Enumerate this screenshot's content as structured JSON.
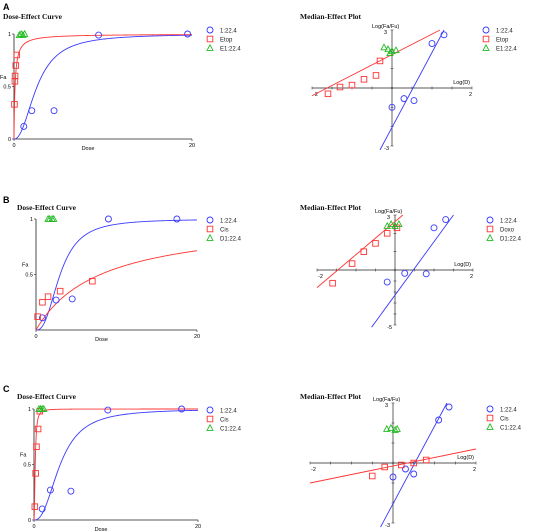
{
  "chart_data": [
    {
      "panel": "A",
      "type": "scatter",
      "title": "Dose-Effect Curve",
      "xlabel": "Dose",
      "ylabel": "Fa",
      "xlim": [
        0,
        20
      ],
      "ylim": [
        0,
        1
      ],
      "xticks": [
        "0",
        "20"
      ],
      "yticks": [
        "0",
        "0.5",
        "1"
      ],
      "legend_position": "top-right",
      "series": [
        {
          "name": "1:22.4",
          "marker": "circle",
          "color": "#3a3aff",
          "curve": {
            "dm": 2.6,
            "m": 2.2
          },
          "points": [
            [
              1.1,
              0.12
            ],
            [
              2.0,
              0.27
            ],
            [
              4.5,
              0.27
            ],
            [
              9.5,
              0.99
            ],
            [
              19.5,
              1.0
            ]
          ]
        },
        {
          "name": "Etop",
          "marker": "square",
          "color": "#ff3333",
          "curve": {
            "dm": 0.12,
            "m": 1.0
          },
          "points": [
            [
              0.05,
              0.33
            ],
            [
              0.1,
              0.55
            ],
            [
              0.12,
              0.6
            ],
            [
              0.2,
              0.7
            ],
            [
              0.3,
              0.8
            ]
          ]
        },
        {
          "name": "E1:22.4",
          "marker": "triangle",
          "color": "#22bb22",
          "curve": null,
          "points": [
            [
              0.6,
              0.99
            ],
            [
              0.8,
              1.0
            ],
            [
              1.0,
              0.99
            ],
            [
              1.2,
              1.0
            ]
          ]
        }
      ]
    },
    {
      "panel": "A",
      "type": "scatter",
      "title": "Median-Effect Plot",
      "xlabel": "Log(D)",
      "ylabel": "Log(Fa/Fu)",
      "xlim": [
        -2,
        2
      ],
      "ylim": [
        -3,
        3
      ],
      "xticks": [
        "-2",
        "2"
      ],
      "yticks": [
        "3",
        "-3"
      ],
      "legend_position": "top-right",
      "series": [
        {
          "name": "1:22.4",
          "marker": "circle",
          "color": "#3a3aff",
          "line": [
            [
              -0.3,
              -3.2
            ],
            [
              1.3,
              3.0
            ]
          ],
          "points": [
            [
              0.0,
              -1.0
            ],
            [
              0.3,
              -0.55
            ],
            [
              0.55,
              -0.65
            ],
            [
              1.0,
              2.3
            ],
            [
              1.3,
              2.75
            ]
          ]
        },
        {
          "name": "Etop",
          "marker": "square",
          "color": "#ff3333",
          "line": [
            [
              -2.0,
              -0.4
            ],
            [
              1.2,
              3.0
            ]
          ],
          "points": [
            [
              -1.6,
              -0.3
            ],
            [
              -1.3,
              0.05
            ],
            [
              -1.0,
              0.15
            ],
            [
              -0.7,
              0.45
            ],
            [
              -0.4,
              0.65
            ],
            [
              -0.3,
              1.4
            ]
          ]
        },
        {
          "name": "E1:22.4",
          "marker": "triangle",
          "color": "#22bb22",
          "line": null,
          "points": [
            [
              -0.2,
              2.1
            ],
            [
              -0.1,
              2.0
            ],
            [
              0.0,
              1.9
            ],
            [
              0.1,
              1.95
            ],
            [
              -0.05,
              1.8
            ]
          ]
        }
      ]
    },
    {
      "panel": "B",
      "type": "scatter",
      "title": "Dose-Effect Curve",
      "xlabel": "Dose",
      "ylabel": "Fa",
      "xlim": [
        0,
        20
      ],
      "ylim": [
        0,
        1
      ],
      "xticks": [
        "0",
        "20"
      ],
      "yticks": [
        "0.5",
        "1"
      ],
      "legend_position": "top-right",
      "series": [
        {
          "name": "1:22.4",
          "marker": "circle",
          "color": "#3a3aff",
          "curve": {
            "dm": 3.0,
            "m": 2.5
          },
          "points": [
            [
              0.8,
              0.11
            ],
            [
              2.5,
              0.27
            ],
            [
              4.5,
              0.28
            ],
            [
              9.0,
              1.0
            ],
            [
              17.5,
              1.0
            ]
          ]
        },
        {
          "name": "Cis",
          "marker": "square",
          "color": "#ff3333",
          "curve": {
            "dm": 8.0,
            "m": 1.0
          },
          "points": [
            [
              0.2,
              0.12
            ],
            [
              0.8,
              0.25
            ],
            [
              1.5,
              0.3
            ],
            [
              3.0,
              0.35
            ],
            [
              7.0,
              0.44
            ]
          ]
        },
        {
          "name": "D1:22.4",
          "marker": "triangle",
          "color": "#22bb22",
          "curve": null,
          "points": [
            [
              1.5,
              1.0
            ],
            [
              1.7,
              1.0
            ],
            [
              2.0,
              1.0
            ],
            [
              2.2,
              1.0
            ]
          ]
        }
      ]
    },
    {
      "panel": "B",
      "type": "scatter",
      "title": "Median-Effect Plot",
      "xlabel": "Log(D)",
      "ylabel": "Log(Fa/Fu)",
      "xlim": [
        -2,
        2
      ],
      "ylim": [
        -5,
        3
      ],
      "xticks": [
        "-2",
        "2"
      ],
      "yticks": [
        "3",
        "-5"
      ],
      "legend_position": "top-right",
      "series": [
        {
          "name": "1:22.4",
          "marker": "circle",
          "color": "#3a3aff",
          "line": [
            [
              -0.6,
              -5.2
            ],
            [
              1.5,
              3.0
            ]
          ],
          "points": [
            [
              -0.2,
              -1.1
            ],
            [
              0.25,
              -0.3
            ],
            [
              0.8,
              -0.35
            ],
            [
              1.0,
              2.3
            ],
            [
              1.3,
              2.75
            ]
          ]
        },
        {
          "name": "Doxo",
          "marker": "square",
          "color": "#ff3333",
          "line": [
            [
              -2.0,
              -1.6
            ],
            [
              0.2,
              3.0
            ]
          ],
          "points": [
            [
              -1.6,
              -1.2
            ],
            [
              -1.1,
              0.35
            ],
            [
              -0.8,
              1.0
            ],
            [
              -0.5,
              1.45
            ],
            [
              -0.2,
              2.0
            ],
            [
              0.05,
              2.3
            ]
          ]
        },
        {
          "name": "D1:22.4",
          "marker": "triangle",
          "color": "#22bb22",
          "line": null,
          "points": [
            [
              -0.2,
              2.4
            ],
            [
              -0.1,
              2.5
            ],
            [
              0.0,
              2.4
            ],
            [
              0.1,
              2.5
            ]
          ]
        }
      ]
    },
    {
      "panel": "C",
      "type": "scatter",
      "title": "Dose-Effect Curve",
      "xlabel": "Dose",
      "ylabel": "Fa",
      "xlim": [
        0,
        20
      ],
      "ylim": [
        0,
        1
      ],
      "xticks": [
        "0",
        "20"
      ],
      "yticks": [
        "0",
        "0.5",
        "1"
      ],
      "legend_position": "top-right",
      "series": [
        {
          "name": "1:22.4",
          "marker": "circle",
          "color": "#3a3aff",
          "curve": {
            "dm": 3.2,
            "m": 2.4
          },
          "points": [
            [
              1.0,
              0.1
            ],
            [
              2.0,
              0.27
            ],
            [
              4.5,
              0.26
            ],
            [
              9.0,
              0.99
            ],
            [
              18.0,
              1.0
            ]
          ]
        },
        {
          "name": "Cis",
          "marker": "square",
          "color": "#ff3333",
          "curve": {
            "dm": 0.15,
            "m": 2.0
          },
          "points": [
            [
              0.1,
              0.12
            ],
            [
              0.2,
              0.42
            ],
            [
              0.3,
              0.66
            ],
            [
              0.5,
              0.82
            ],
            [
              0.7,
              0.98
            ]
          ]
        },
        {
          "name": "C1:22.4",
          "marker": "triangle",
          "color": "#22bb22",
          "curve": null,
          "points": [
            [
              0.6,
              1.0
            ],
            [
              0.8,
              1.0
            ],
            [
              1.0,
              1.0
            ],
            [
              1.2,
              1.0
            ]
          ]
        }
      ]
    },
    {
      "panel": "C",
      "type": "scatter",
      "title": "Median-Effect Plot",
      "xlabel": "Log(D)",
      "ylabel": "Log(Fa/Fu)",
      "xlim": [
        -2,
        2
      ],
      "ylim": [
        -3,
        3
      ],
      "xticks": [
        "-2",
        "2"
      ],
      "yticks": [
        "3",
        "-3"
      ],
      "legend_position": "top-right",
      "series": [
        {
          "name": "1:22.4",
          "marker": "circle",
          "color": "#3a3aff",
          "line": [
            [
              -0.3,
              -3.2
            ],
            [
              1.3,
              3.0
            ]
          ],
          "points": [
            [
              0.0,
              -0.7
            ],
            [
              0.3,
              -0.3
            ],
            [
              0.5,
              -0.55
            ],
            [
              1.1,
              2.15
            ],
            [
              1.35,
              2.8
            ]
          ]
        },
        {
          "name": "Cis",
          "marker": "square",
          "color": "#ff3333",
          "line": [
            [
              -2.0,
              -1.0
            ],
            [
              2.0,
              0.7
            ]
          ],
          "points": [
            [
              -0.5,
              -0.65
            ],
            [
              -0.2,
              -0.2
            ],
            [
              0.2,
              -0.1
            ],
            [
              0.5,
              0.0
            ],
            [
              0.8,
              0.15
            ]
          ]
        },
        {
          "name": "C1:22.4",
          "marker": "triangle",
          "color": "#22bb22",
          "line": null,
          "points": [
            [
              -0.15,
              1.7
            ],
            [
              -0.05,
              1.75
            ],
            [
              0.05,
              1.65
            ],
            [
              0.1,
              1.7
            ]
          ]
        }
      ]
    }
  ],
  "panel_labels": [
    "A",
    "B",
    "C"
  ]
}
